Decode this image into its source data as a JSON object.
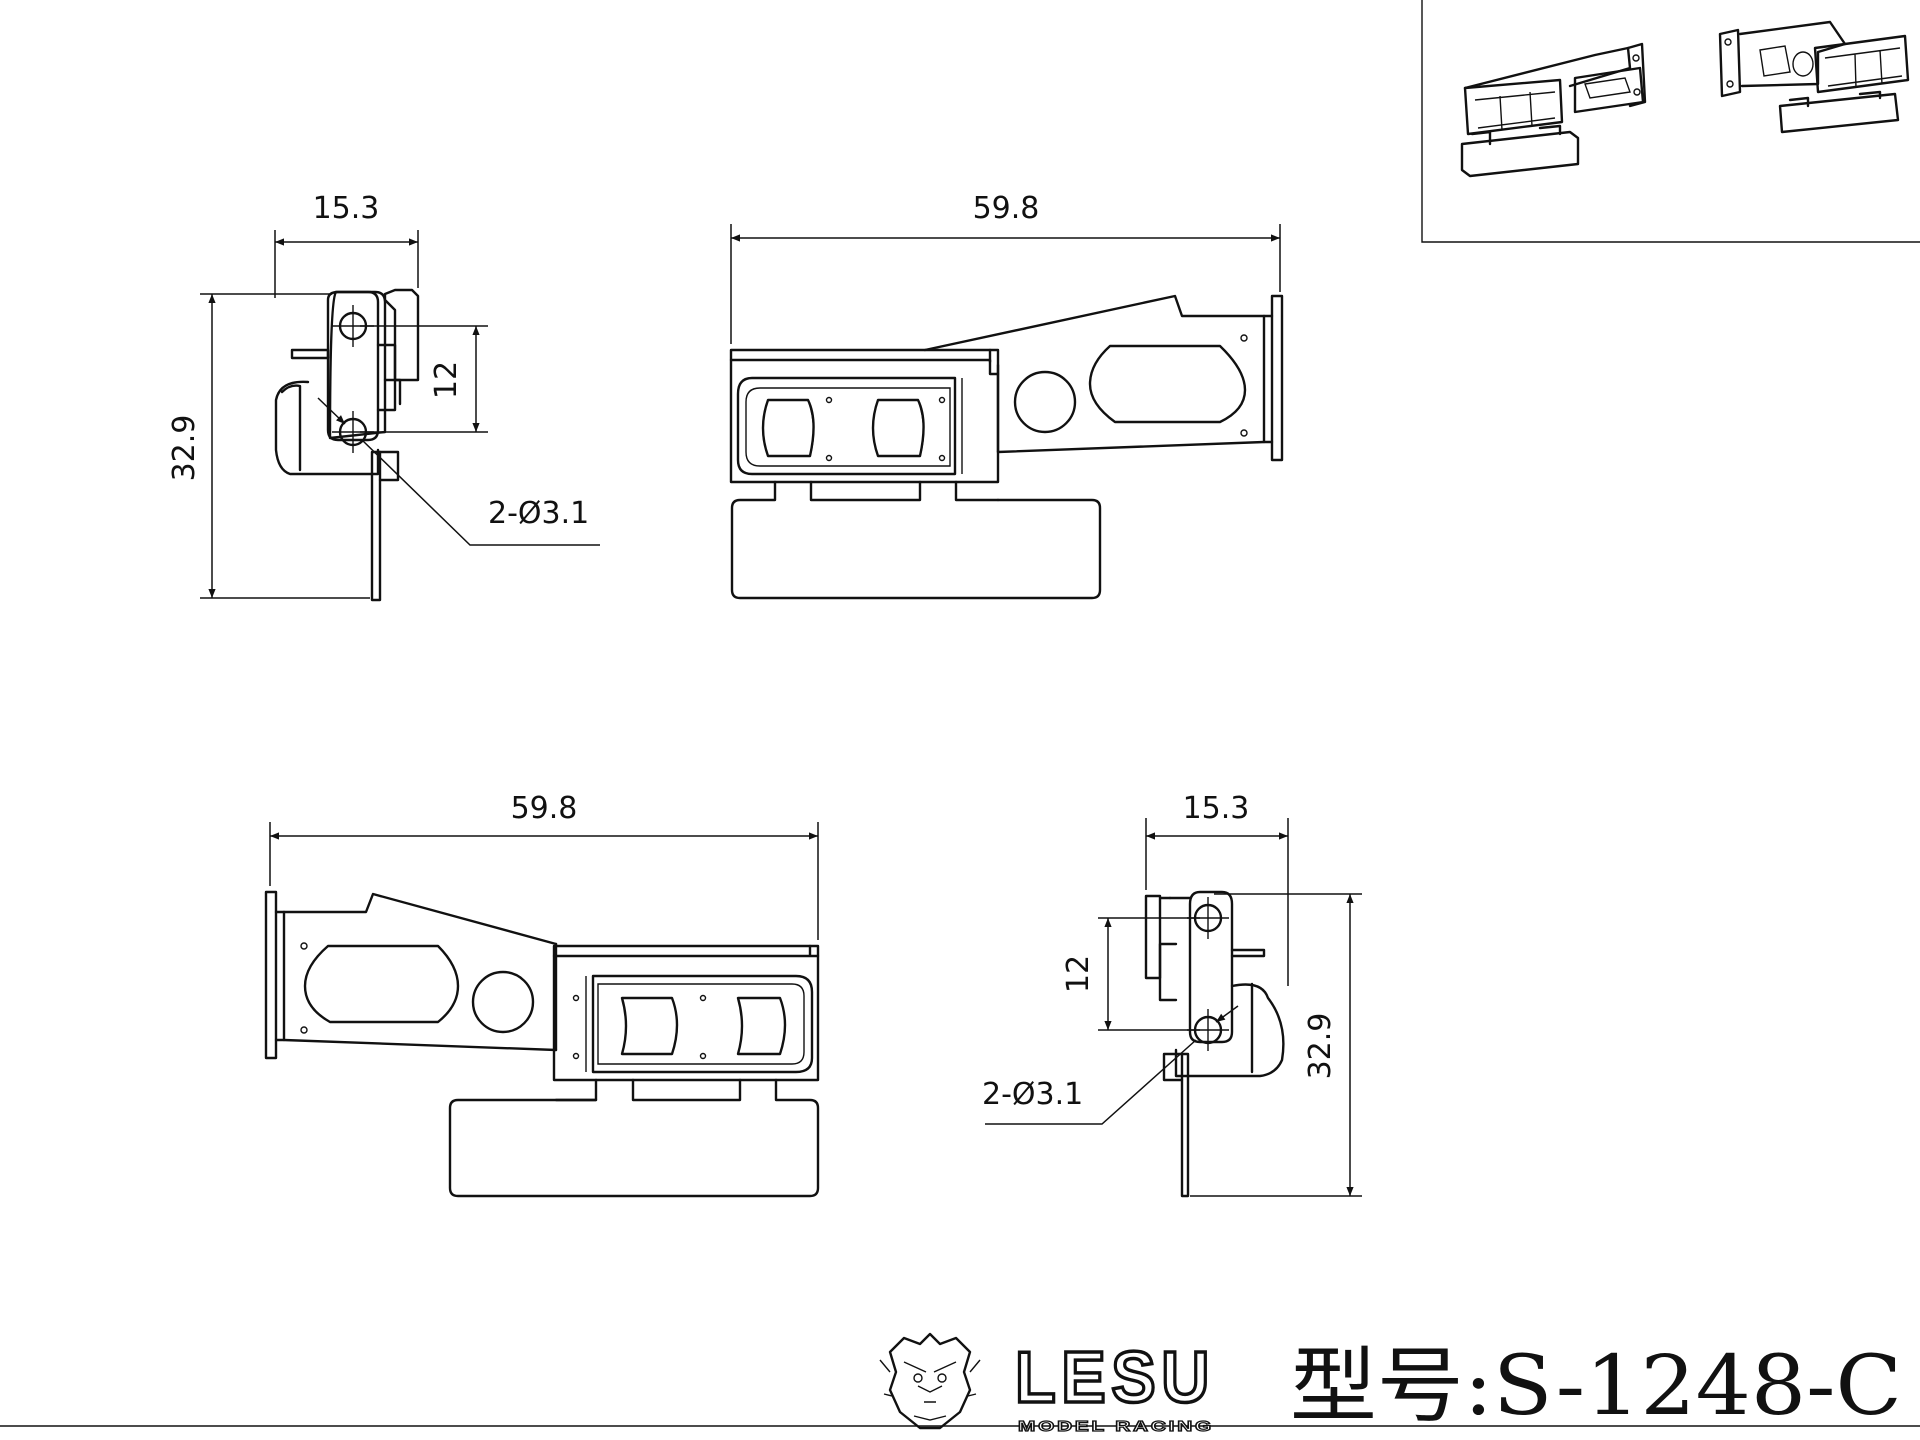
{
  "dimensions": {
    "side_top_width": "15.3",
    "side_top_height": "32.9",
    "side_top_hole_spacing": "12",
    "side_top_holes": "2-Ø3.1",
    "front_top_width": "59.8",
    "front_bottom_width": "59.8",
    "side_bottom_width": "15.3",
    "side_bottom_height": "32.9",
    "side_bottom_hole_spacing": "12",
    "side_bottom_holes": "2-Ø3.1"
  },
  "title_block": {
    "brand": "LESU",
    "brand_sub": "MODEL RACING",
    "model_label": "型号:S-1248-C"
  }
}
